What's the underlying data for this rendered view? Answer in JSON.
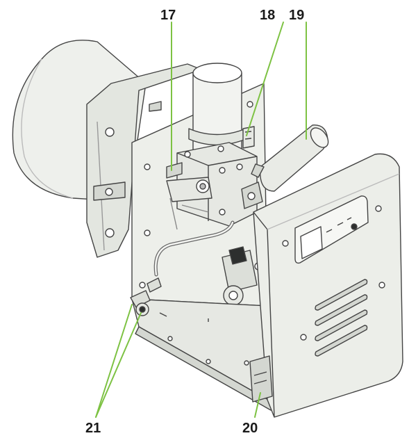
{
  "callouts": {
    "c17": "17",
    "c18": "18",
    "c19": "19",
    "c20": "20",
    "c21": "21"
  },
  "colors": {
    "line": "#444444",
    "body": "#e9ebe6",
    "shade": "#d4d7d1",
    "dark": "#2d2f2e",
    "leader": "#7dc243"
  }
}
